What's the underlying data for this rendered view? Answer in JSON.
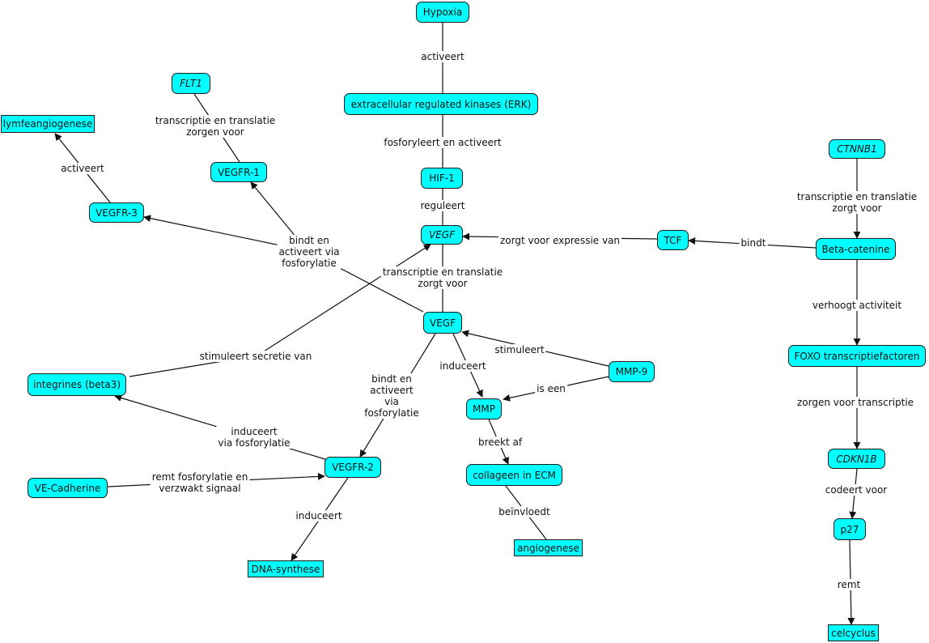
{
  "nodes": {
    "hypoxia": "Hypoxia",
    "erk": "extracellular regulated kinases (ERK)",
    "hif1": "HIF-1",
    "vegf_gene": "VEGF",
    "vegf": "VEGF",
    "flt1": "FLT1",
    "lymf": "lymfeangiogenese",
    "vegfr1": "VEGFR-1",
    "vegfr3": "VEGFR-3",
    "integrines": "integrines (beta3)",
    "vecad": "VE-Cadherine",
    "vegfr2": "VEGFR-2",
    "dna": "DNA-synthese",
    "mmp": "MMP",
    "mmp9": "MMP-9",
    "collageen": "collageen in ECM",
    "angio": "angiogenese",
    "tcf": "TCF",
    "ctnnb1": "CTNNB1",
    "betacat": "Beta-catenine",
    "foxo": "FOXO transcriptiefactoren",
    "cdkn1b": "CDKN1B",
    "p27": "p27",
    "celcyclus": "celcyclus"
  },
  "labels": {
    "activeert1": "activeert",
    "fosforyleert": "fosforyleert en activeert",
    "reguleert": "reguleert",
    "transcriptie_vegf": "transcriptie en translatie\nzorgt voor",
    "transcriptie_flt1": "transcriptie en translatie\nzorgen voor",
    "activeert2": "activeert",
    "bindt_activeert1": "bindt en\nactiveert via\nfosforylatie",
    "stimuleert_secretie": "stimuleert secretie van",
    "bindt_activeert2": "bindt en\nactiveert\nvia\nfosforylatie",
    "induceert_fosforylatie": "induceert\nvia fosforylatie",
    "remt_fosforylatie": "remt fosforylatie en\nverzwakt signaal",
    "induceert_dna": "induceert",
    "induceert_mmp": "induceert",
    "stimuleert": "stimuleert",
    "is_een": "is een",
    "breekt_af": "breekt af",
    "beinvloedt": "beïnvloedt",
    "zorgt_expressie": "zorgt voor expressie van",
    "bindt": "bindt",
    "transcriptie_ctnnb1": "transcriptie en translatie\nzorgt voor",
    "verhoogt": "verhoogt activiteit",
    "zorgen_transcriptie": "zorgen voor transcriptie",
    "codeert": "codeert voor",
    "remt": "remt"
  },
  "colors": {
    "node_fill": "#00ffff",
    "node_border": "#1a1a1a",
    "edge": "#111111"
  }
}
